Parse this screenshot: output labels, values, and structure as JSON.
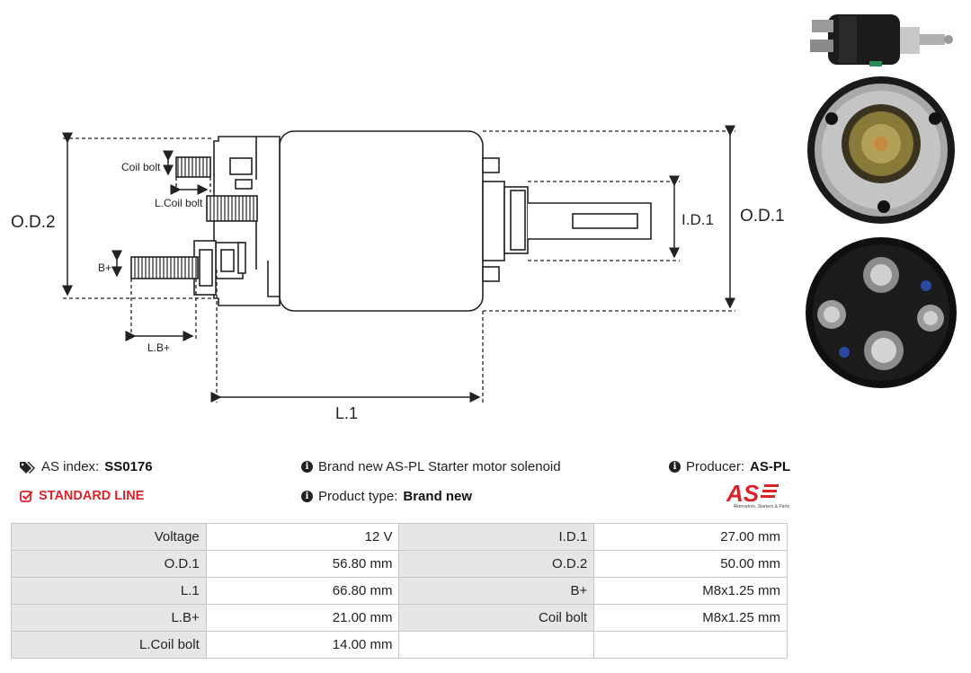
{
  "diagram": {
    "labels": {
      "coil_bolt": "Coil bolt",
      "l_coil_bolt": "L.Coil bolt",
      "b_plus": "B+",
      "l_b_plus": "L.B+",
      "od2": "O.D.2",
      "od1": "O.D.1",
      "id1": "I.D.1",
      "l1": "L.1"
    }
  },
  "info": {
    "as_index_label": "AS index:",
    "as_index_value": "SS0176",
    "standard_line": "STANDARD LINE",
    "description": "Brand new AS-PL Starter motor solenoid",
    "product_type_label": "Product type:",
    "product_type_value": "Brand new",
    "producer_label": "Producer:",
    "producer_value": "AS-PL",
    "logo_text": "AS",
    "logo_tagline": "Alternators, Starters & Parts"
  },
  "specs": {
    "rows": [
      {
        "l1": "Voltage",
        "v1": "12 V",
        "l2": "I.D.1",
        "v2": "27.00 mm"
      },
      {
        "l1": "O.D.1",
        "v1": "56.80 mm",
        "l2": "O.D.2",
        "v2": "50.00 mm"
      },
      {
        "l1": "L.1",
        "v1": "66.80 mm",
        "l2": "B+",
        "v2": "M8x1.25 mm"
      },
      {
        "l1": "L.B+",
        "v1": "21.00 mm",
        "l2": "Coil bolt",
        "v2": "M8x1.25 mm"
      },
      {
        "l1": "L.Coil bolt",
        "v1": "14.00 mm",
        "l2": "",
        "v2": ""
      }
    ]
  },
  "colors": {
    "accent_red": "#d8232a",
    "label_cell_bg": "#e6e6e6",
    "border": "#c8c8c8"
  }
}
